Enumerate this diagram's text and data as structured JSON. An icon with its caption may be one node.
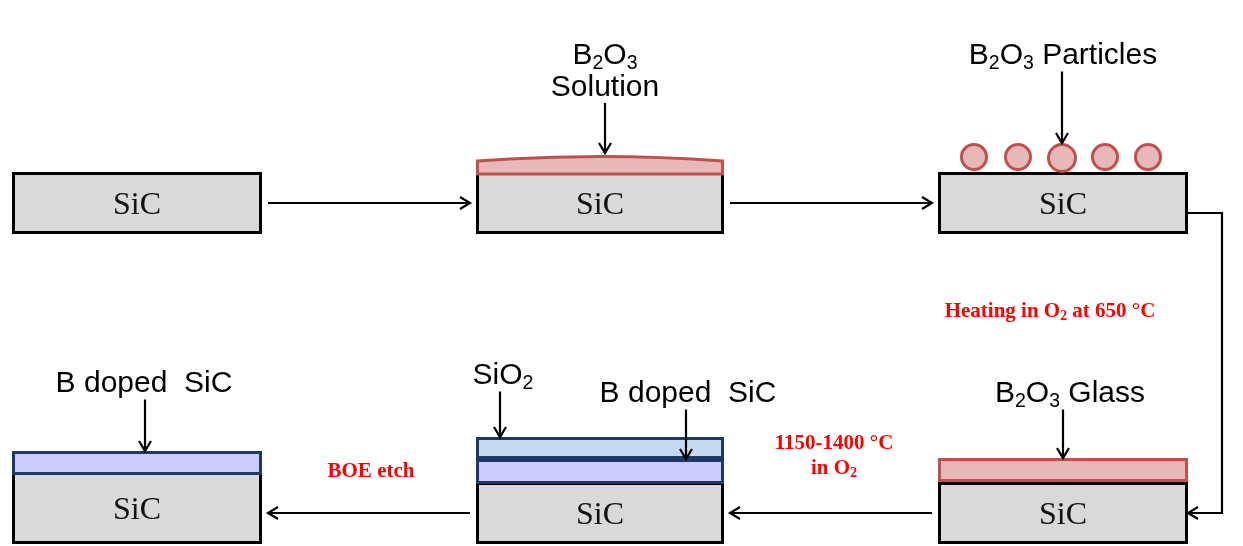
{
  "diagram": {
    "nodes": [
      {
        "text": [
          "SiC"
        ]
      },
      {
        "text": [
          "SiC"
        ]
      },
      {
        "text": [],
        "shape": "bar"
      },
      {
        "text": [
          "B$_{2}$O$_{3}$ Solution"
        ]
      },
      {
        "text": [
          "SiC"
        ]
      },
      {
        "text": [],
        "shape": "circle"
      },
      {
        "text": [],
        "shape": "circle"
      },
      {
        "text": [],
        "shape": "circle"
      },
      {
        "text": [],
        "shape": "circle"
      },
      {
        "text": [],
        "shape": "circle"
      },
      {
        "text": [
          "B$_{2}$O$_{3}$ Particles"
        ]
      },
      {
        "text": [
          "SiC"
        ]
      },
      {
        "text": [],
        "shape": "bar"
      },
      {
        "text": [
          "B$_{2}$O$_{3}$ Glass"
        ]
      },
      {
        "text": [
          "SiC"
        ]
      },
      {
        "text": [],
        "shape": "bar"
      },
      {
        "text": [],
        "shape": "bar"
      },
      {
        "text": [
          "SiO$_{2}$"
        ]
      },
      {
        "text": [
          "B doped  SiC"
        ]
      },
      {
        "text": [
          "SiC"
        ]
      },
      {
        "text": [],
        "shape": "bar"
      },
      {
        "text": [
          "B doped  SiC"
        ]
      }
    ],
    "edges": [
      {
        "from": 0,
        "to": 1,
        "arrow": "to"
      },
      {
        "from": 1,
        "to": 4,
        "arrow": "to"
      },
      {
        "from": 4,
        "to": 11,
        "arrow": "to",
        "label": "Heating in O$_{2}$ at 650 °C"
      },
      {
        "from": 11,
        "to": 14,
        "arrow": "to",
        "label": "1150-1400 °C in O$_{2}$"
      },
      {
        "from": 14,
        "to": 19,
        "arrow": "to",
        "label": "BOE etch"
      },
      {
        "from": 3,
        "to": 2,
        "arrow": "to"
      },
      {
        "from": 10,
        "to": 7,
        "arrow": "to"
      },
      {
        "from": 13,
        "to": 12,
        "arrow": "to"
      },
      {
        "from": 17,
        "to": 16,
        "arrow": "to"
      },
      {
        "from": 18,
        "to": 15,
        "arrow": "to"
      },
      {
        "from": 21,
        "to": 20,
        "arrow": "to"
      }
    ]
  }
}
